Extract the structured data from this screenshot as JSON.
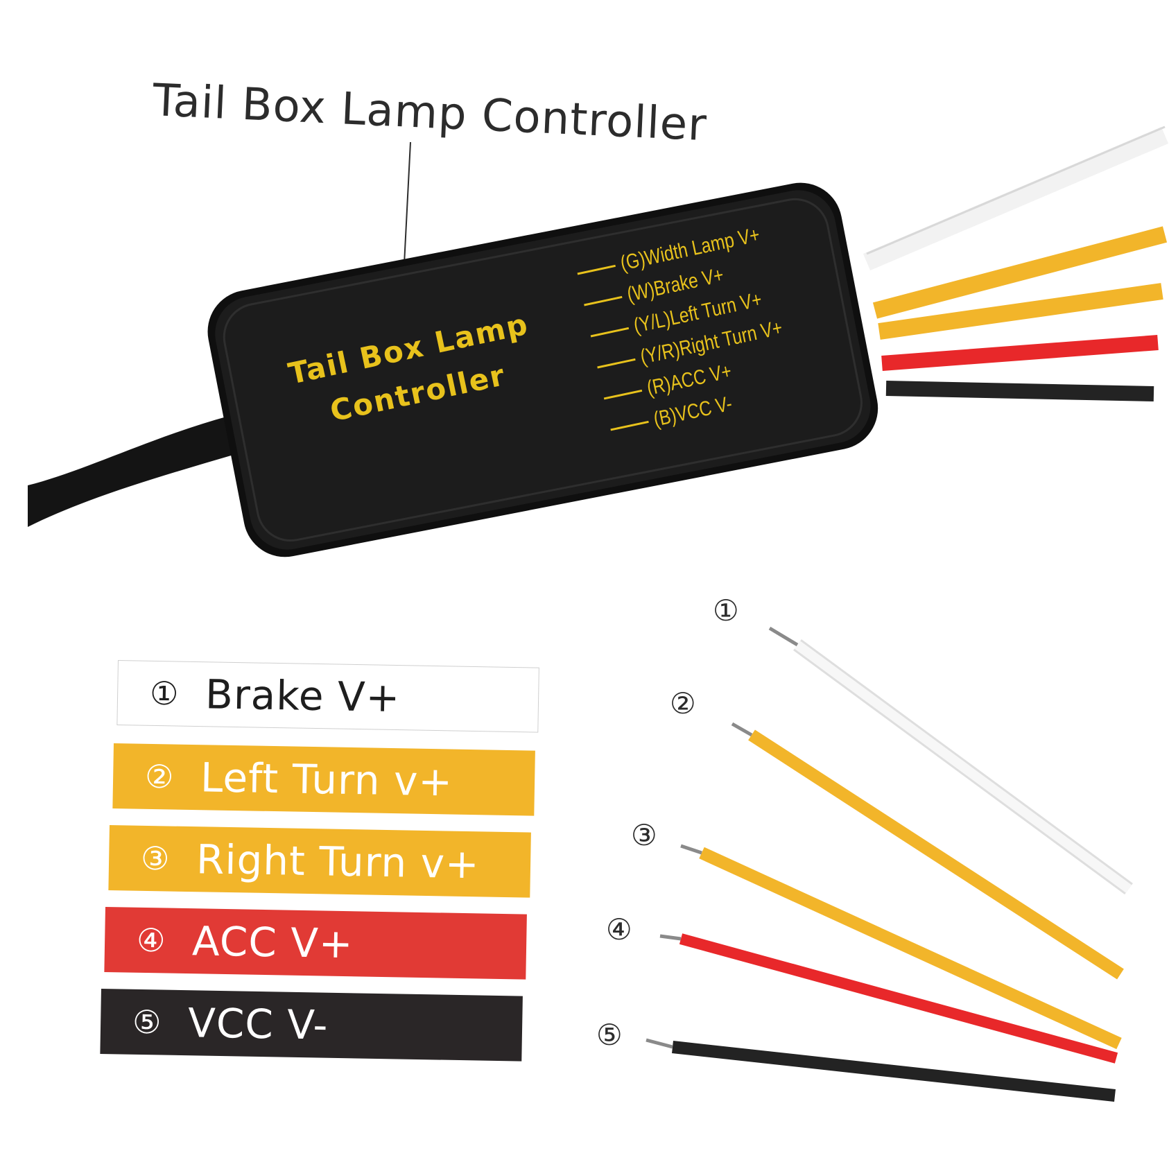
{
  "heading": "Tail Box Lamp Controller",
  "controller": {
    "title_line1": "Tail Box Lamp",
    "title_line2": "Controller",
    "pins": [
      "(G)Width Lamp V+",
      "(W)Brake V+",
      "(Y/L)Left Turn V+",
      "(Y/R)Right Turn V+",
      "(R)ACC V+",
      "(B)VCC V-"
    ]
  },
  "legend": [
    {
      "num": "①",
      "label": "Brake V+",
      "bg": "#ffffff",
      "fg": "#1e1e1e"
    },
    {
      "num": "②",
      "label": "Left Turn v+",
      "bg": "#f2b52a",
      "fg": "#ffffff"
    },
    {
      "num": "③",
      "label": "Right Turn v+",
      "bg": "#f2b52a",
      "fg": "#ffffff"
    },
    {
      "num": "④",
      "label": "ACC V+",
      "bg": "#e13a35",
      "fg": "#ffffff"
    },
    {
      "num": "⑤",
      "label": "VCC V-",
      "bg": "#2a2627",
      "fg": "#ffffff"
    }
  ],
  "wires": [
    {
      "num": "①",
      "color": "#f4f4f4"
    },
    {
      "num": "②",
      "color": "#f2b52a"
    },
    {
      "num": "③",
      "color": "#f2b52a"
    },
    {
      "num": "④",
      "color": "#e8282a"
    },
    {
      "num": "⑤",
      "color": "#232323"
    }
  ],
  "colors": {
    "box": "#1c1c1c",
    "print": "#e8c21c",
    "cable": "#141414"
  }
}
